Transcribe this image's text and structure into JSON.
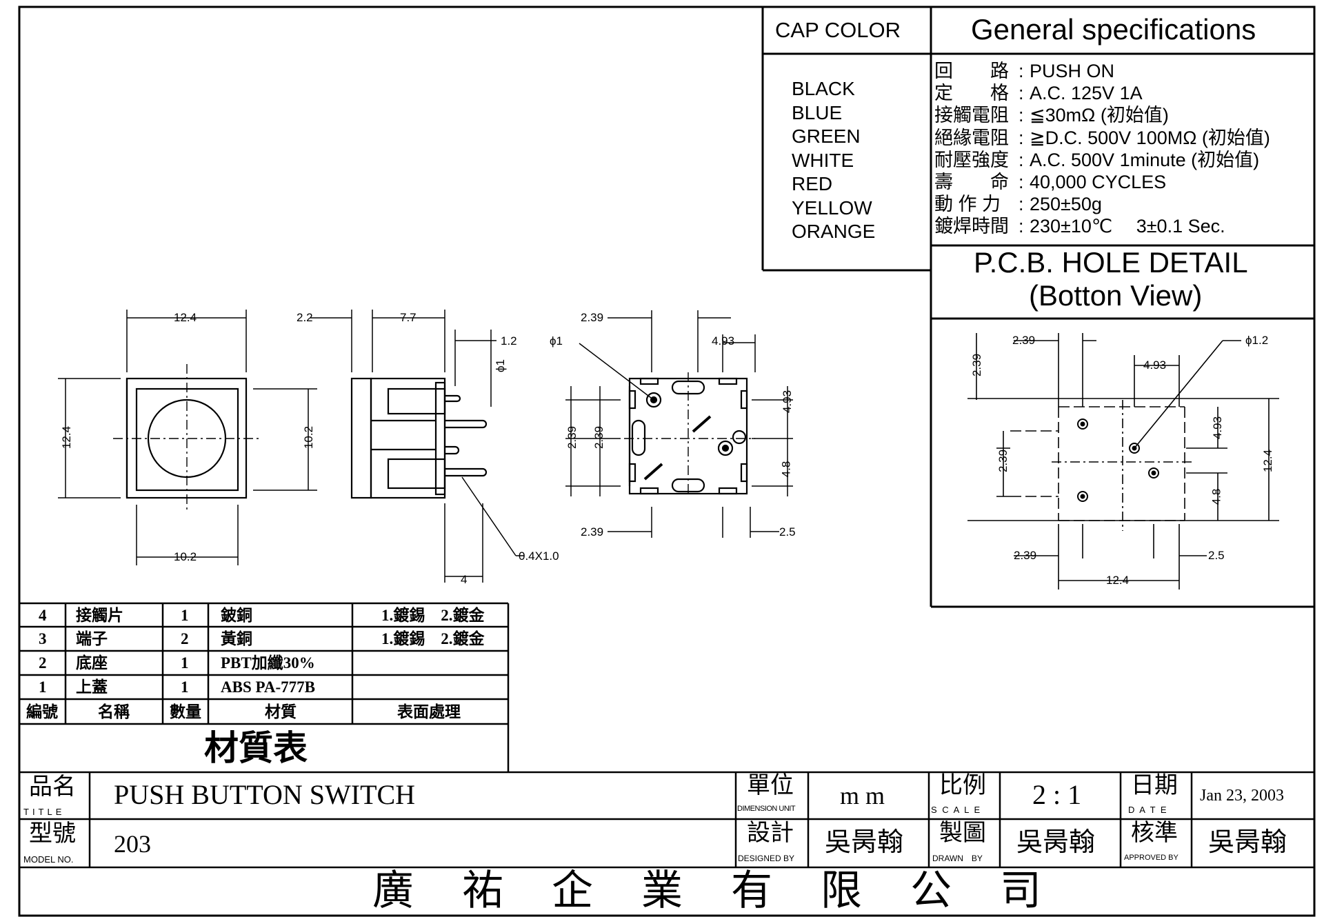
{
  "cap_color": {
    "title": "CAP COLOR",
    "items": [
      "BLACK",
      "BLUE",
      "GREEN",
      "WHITE",
      "RED",
      "YELLOW",
      "ORANGE"
    ]
  },
  "specs": {
    "title": "General specifications",
    "rows": [
      {
        "label": "回　　路",
        "value": "PUSH ON"
      },
      {
        "label": "定　　格",
        "value": "A.C. 125V 1A"
      },
      {
        "label": "接觸電阻",
        "value": "≦30mΩ (初始值)"
      },
      {
        "label": "絕緣電阻",
        "value": "≧D.C. 500V 100MΩ (初始值)"
      },
      {
        "label": "耐壓強度",
        "value": "A.C. 500V 1minute (初始值)"
      },
      {
        "label": "壽　　命",
        "value": "40,000 CYCLES"
      },
      {
        "label": "動 作 力",
        "value": "250±50g"
      },
      {
        "label": "鍍焊時間",
        "value": "230±10℃　 3±0.1 Sec."
      }
    ]
  },
  "pcb": {
    "title_line1": "P.C.B. HOLE DETAIL",
    "title_line2": "(Botton View)"
  },
  "dimensions": {
    "front_w": "12.4",
    "front_h": "12.4",
    "front_inner_w": "10.2",
    "front_inner_h": "10.2",
    "side_22": "2.2",
    "side_77": "7.7",
    "side_12": "1.2",
    "side_phi1": "ϕ1",
    "side_pin": "0.4X1.0",
    "side_4": "4",
    "bot_239a": "2.39",
    "bot_493": "4.93",
    "bot_phi1": "ϕ1",
    "bot_493v": "4.93",
    "bot_239v1": "2.39",
    "bot_239v2": "2.39",
    "bot_48": "4.8",
    "bot_239b": "2.39",
    "bot_25": "2.5",
    "pcb_239a": "2.39",
    "pcb_493": "4.93",
    "pcb_phi12": "ϕ1.2",
    "pcb_239v": "2.39",
    "pcb_493v": "4.93",
    "pcb_239v2": "2.39",
    "pcb_124v": "12.4",
    "pcb_48": "4.8",
    "pcb_239b": "2.39",
    "pcb_25": "2.5",
    "pcb_124": "12.4"
  },
  "materials": {
    "rows": [
      {
        "no": "4",
        "name": "接觸片",
        "qty": "1",
        "material": "鈹銅",
        "finish": "1.鍍錫　2.鍍金"
      },
      {
        "no": "3",
        "name": "端子",
        "qty": "2",
        "material": "黃銅",
        "finish": "1.鍍錫　2.鍍金"
      },
      {
        "no": "2",
        "name": "底座",
        "qty": "1",
        "material": "PBT加纖30%",
        "finish": ""
      },
      {
        "no": "1",
        "name": "上蓋",
        "qty": "1",
        "material": "ABS PA-777B",
        "finish": ""
      }
    ],
    "headers": {
      "no": "編號",
      "name": "名稱",
      "qty": "數量",
      "material": "材質",
      "finish": "表面處理"
    },
    "caption": "材質表"
  },
  "title_block": {
    "title_label_cjk": "品名",
    "title_label_en": "TITLE",
    "title_value": "PUSH BUTTON SWITCH",
    "model_label_cjk": "型號",
    "model_label_en": "MODEL NO.",
    "model_value": "203",
    "unit_label_cjk": "單位",
    "unit_label_en": "DIMENSION UNIT",
    "unit_value": "m m",
    "scale_label_cjk": "比例",
    "scale_label_en": "S C A L E",
    "scale_value": "2 : 1",
    "date_label_cjk": "日期",
    "date_label_en": "D A T E",
    "date_value": "Jan 23, 2003",
    "design_label_cjk": "設計",
    "design_label_en": "DESIGNED BY",
    "design_value": "吳昺翰",
    "drawn_label_cjk": "製圖",
    "drawn_label_en": "DRAWN　BY",
    "drawn_value": "吳昺翰",
    "approved_label_cjk": "核準",
    "approved_label_en": "APPROVED BY",
    "approved_value": "吳昺翰",
    "company": "廣祐企業有限公司"
  }
}
